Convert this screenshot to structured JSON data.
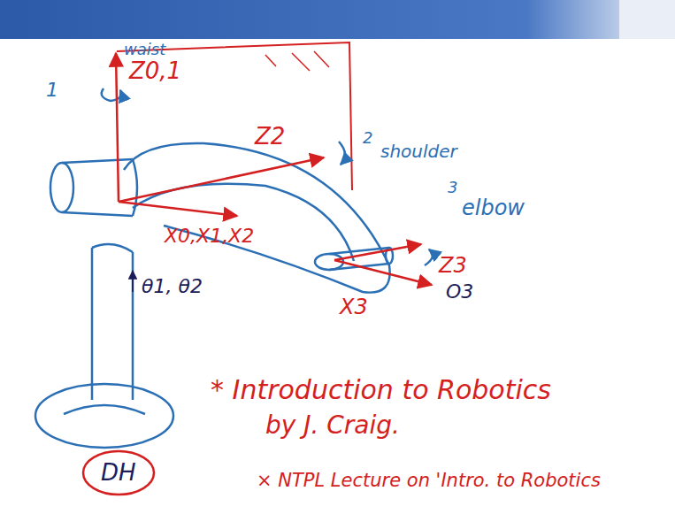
{
  "diagram": {
    "nodes": [
      {
        "text": [
          "DH"
        ]
      }
    ],
    "labels": [
      "1",
      "waist",
      "Z0,1",
      "2",
      "shoulder",
      "Z2",
      "3",
      "elbow",
      "Z3",
      "X0,X1,X2",
      "θ1, θ2",
      "O3",
      "X3",
      "* Introduction to Robotics",
      "by J. Craig.",
      "× NTPL Lecture on 'Intro. to Robotics"
    ]
  }
}
